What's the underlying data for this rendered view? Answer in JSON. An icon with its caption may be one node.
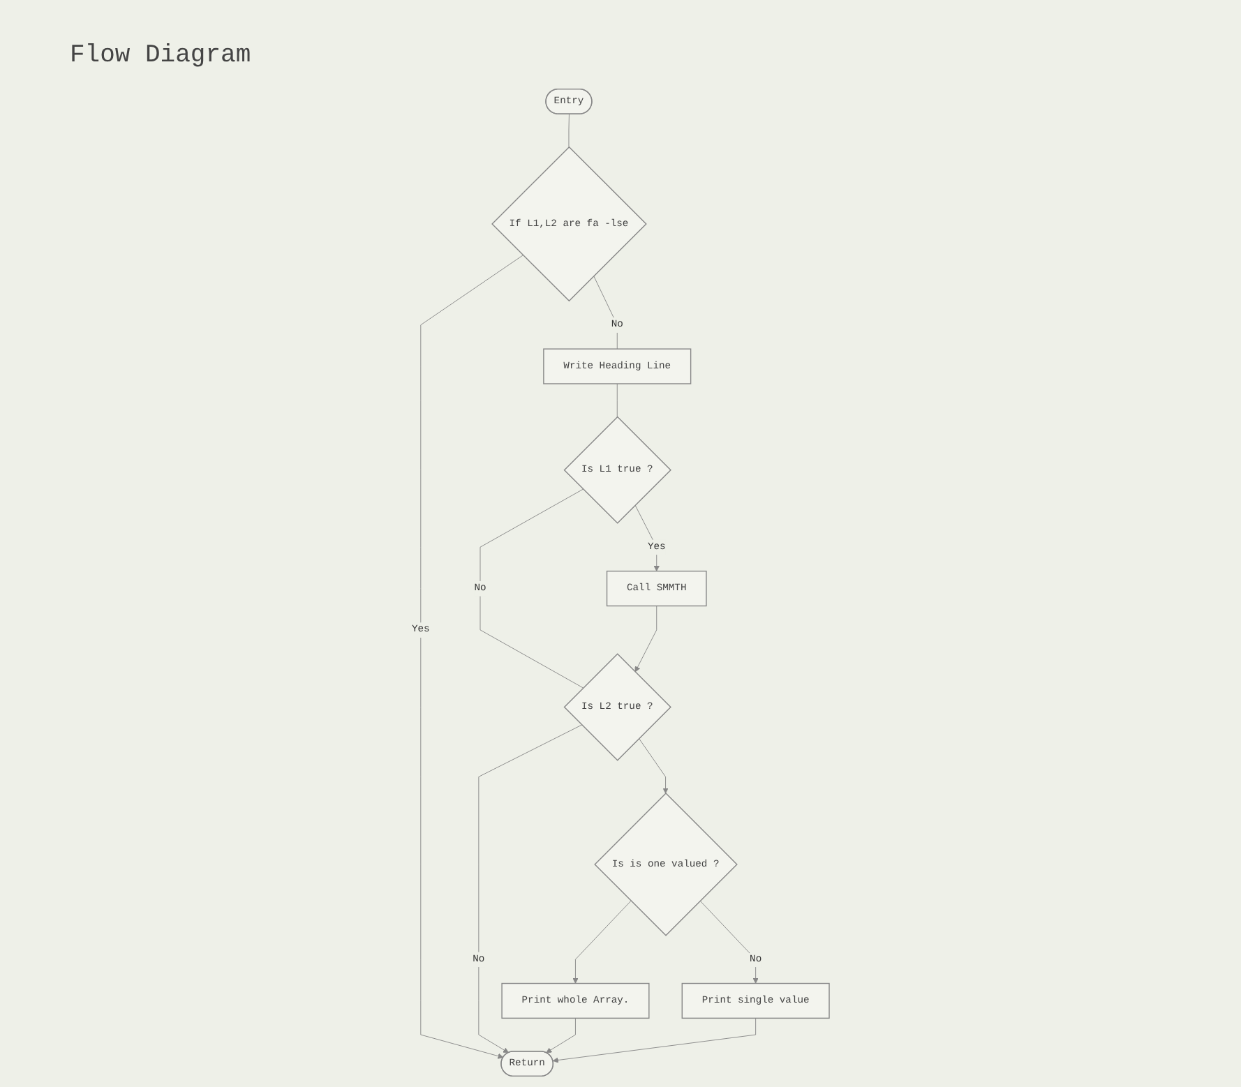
{
  "diagram": {
    "title": "Flow Diagram",
    "nodes": [
      {
        "text": [
          "Entry"
        ]
      },
      {
        "text": [
          "Return"
        ]
      },
      {
        "text": [
          "If L1,L2 are fa -lse"
        ]
      },
      {
        "text": [
          "Write Heading Line"
        ]
      },
      {
        "text": [
          "Is L2 true ?"
        ]
      },
      {
        "text": [
          "Is L1 true ?"
        ]
      },
      {
        "text": [
          "Call SMMTH"
        ]
      },
      {
        "text": [
          "Is is one valued ?"
        ]
      },
      {
        "text": [
          "Print single value"
        ]
      },
      {
        "text": [
          "Print whole Array."
        ]
      }
    ],
    "edges": [
      {
        "from": 0,
        "to": 2,
        "arrow": "none"
      },
      {
        "from": 2,
        "to": 1,
        "label": "Yes",
        "arrow": "to"
      },
      {
        "from": 2,
        "to": 3,
        "label": "No",
        "arrow": "none"
      },
      {
        "from": 3,
        "to": 5,
        "arrow": "none"
      },
      {
        "from": 5,
        "to": 6,
        "label": "Yes",
        "arrow": "to"
      },
      {
        "from": 5,
        "to": 4,
        "label": "No",
        "arrow": "none"
      },
      {
        "from": 6,
        "to": 4,
        "arrow": "to"
      },
      {
        "from": 4,
        "to": 1,
        "label": "No",
        "arrow": "to"
      },
      {
        "from": 4,
        "to": 7,
        "arrow": "to"
      },
      {
        "from": 7,
        "to": 8,
        "label": "No",
        "arrow": "to"
      },
      {
        "from": 7,
        "to": 9,
        "arrow": "to"
      },
      {
        "from": 9,
        "to": 1,
        "arrow": "to"
      },
      {
        "from": 8,
        "to": 1,
        "arrow": "to"
      }
    ]
  }
}
